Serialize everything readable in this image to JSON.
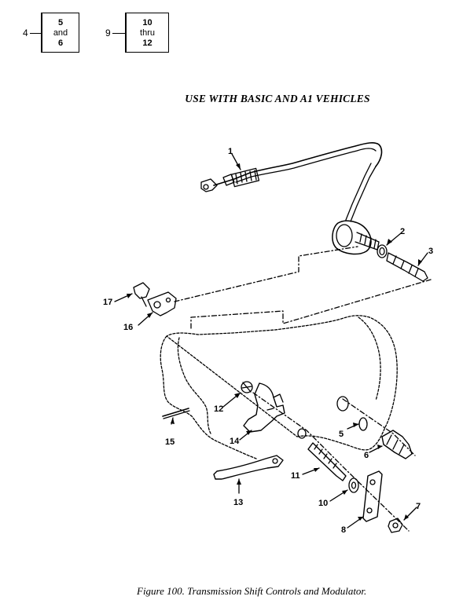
{
  "refs": [
    {
      "num": "4",
      "lines": [
        "5",
        "and",
        "6"
      ]
    },
    {
      "num": "9",
      "lines": [
        "10",
        "thru",
        "12"
      ]
    }
  ],
  "heading": "USE WITH BASIC AND A1 VEHICLES",
  "caption": "Figure 100.  Transmission Shift Controls and Modulator.",
  "callouts": [
    "1",
    "2",
    "3",
    "5",
    "6",
    "7",
    "8",
    "10",
    "11",
    "12",
    "13",
    "14",
    "15",
    "16",
    "17"
  ]
}
